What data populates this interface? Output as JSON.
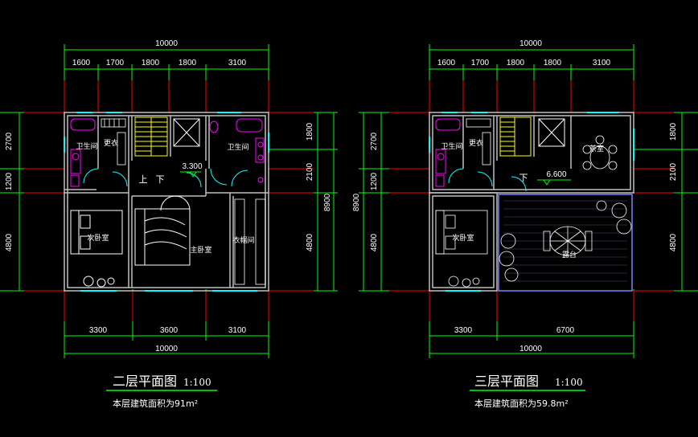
{
  "colors": {
    "background": "#000000",
    "dimension_line": "#00ff00",
    "axis_line": "#ff0000",
    "wall": "#c0c0c0",
    "fixture": "#ff00ff",
    "window": "#00ffff",
    "furniture": "#ffffff",
    "stair": "#ffff00",
    "caption_underline": "#00ff00"
  },
  "plan2": {
    "top_total": "10000",
    "top_segments": [
      "1600",
      "1700",
      "1800",
      "1800",
      "3100"
    ],
    "bottom_segments": [
      "3300",
      "3600",
      "3100"
    ],
    "bottom_total": "10000",
    "left_segments": [
      "2700",
      "1200",
      "4800"
    ],
    "right_segments": [
      "1800",
      "2100",
      "4800"
    ],
    "right_total": "8900",
    "rooms": {
      "bath_left": "卫生间",
      "closet_small": "更衣",
      "bath_right": "卫生间",
      "up": "上",
      "down": "下",
      "second_bedroom": "次卧室",
      "master_bedroom": "主卧室",
      "walkin_closet": "衣帽间"
    },
    "elevation": "3.300",
    "title": "二层平面图",
    "scale": "1:100",
    "area_label": "本层建筑面积为91m²"
  },
  "plan3": {
    "top_total": "10000",
    "top_segments": [
      "1600",
      "1700",
      "1800",
      "1800",
      "3100"
    ],
    "bottom_segments": [
      "3300",
      "6700"
    ],
    "bottom_total": "10000",
    "left_total": "8900",
    "left_segments": [
      "2700",
      "1200",
      "4800"
    ],
    "right_segments": [
      "1800",
      "2100",
      "4800"
    ],
    "rooms": {
      "bath_left": "卫生间",
      "closet_small": "更衣",
      "tea_room": "茶室",
      "down": "下",
      "second_bedroom": "次卧室",
      "terrace": "露台"
    },
    "elevation": "6.600",
    "title": "三层平面图",
    "scale": "1:100",
    "area_label": "本层建筑面积为59.8m²"
  }
}
